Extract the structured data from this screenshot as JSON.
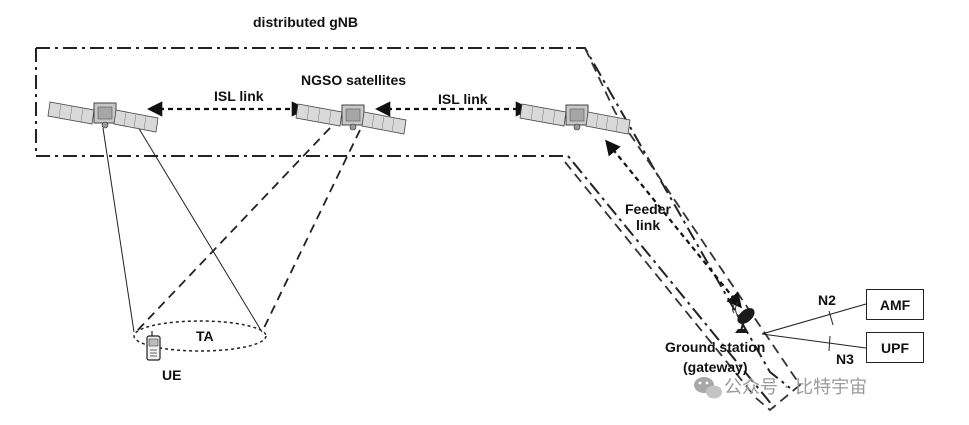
{
  "distributed_gnb_label": "distributed gNB",
  "ngso_label": "NGSO satellites",
  "isl_link_1": "ISL link",
  "isl_link_2": "ISL link",
  "feeder_link_line1": "Feeder",
  "feeder_link_line2": "link",
  "ta_label": "TA",
  "ue_label": "UE",
  "ground_station_line1": "Ground station",
  "ground_station_line2": "(gateway)",
  "amf_label": "AMF",
  "upf_label": "UPF",
  "n2_label": "N2",
  "n3_label": "N3",
  "watermark": "公众号 · 比特宇宙",
  "icons": {
    "satellite": "satellite-icon",
    "phone": "mobile-phone-icon",
    "dish": "satellite-dish-icon",
    "wechat": "wechat-icon"
  }
}
